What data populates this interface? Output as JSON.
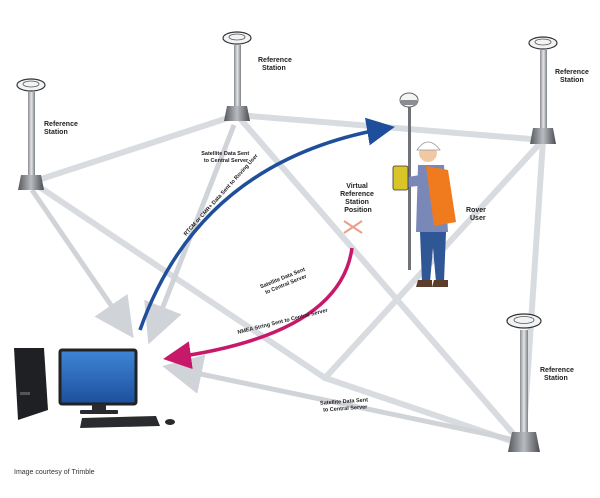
{
  "stations": [
    {
      "name": "station-top-left",
      "label": [
        "Reference",
        "Station"
      ]
    },
    {
      "name": "station-top-center",
      "label": [
        "Reference",
        "Station"
      ]
    },
    {
      "name": "station-top-right",
      "label": [
        "Reference",
        "Station"
      ]
    },
    {
      "name": "station-bottom-right",
      "label": [
        "Reference",
        "Station"
      ]
    }
  ],
  "virtual_station": {
    "label": [
      "Virtual",
      "Reference",
      "Station",
      "Position"
    ]
  },
  "rover": {
    "label": [
      "Rover",
      "User"
    ]
  },
  "flows": {
    "top": [
      "Satellite Data Sent",
      "to Central Server"
    ],
    "middle": [
      "Satellite Data Sent",
      "to Central Server"
    ],
    "bottom": [
      "Satellite Data Sent",
      "to Central Server"
    ],
    "rtcm": "RTCM or CMR+ Data Sent to Roving User",
    "nmea": "NMEA String Sent to Central Server"
  },
  "credit": "Image courtesy of Trimble",
  "colors": {
    "rtcm_arrow": "#1f4f9a",
    "nmea_arrow": "#c8186a",
    "baseline": "#d8dbe0",
    "vest": "#f07a1e"
  }
}
